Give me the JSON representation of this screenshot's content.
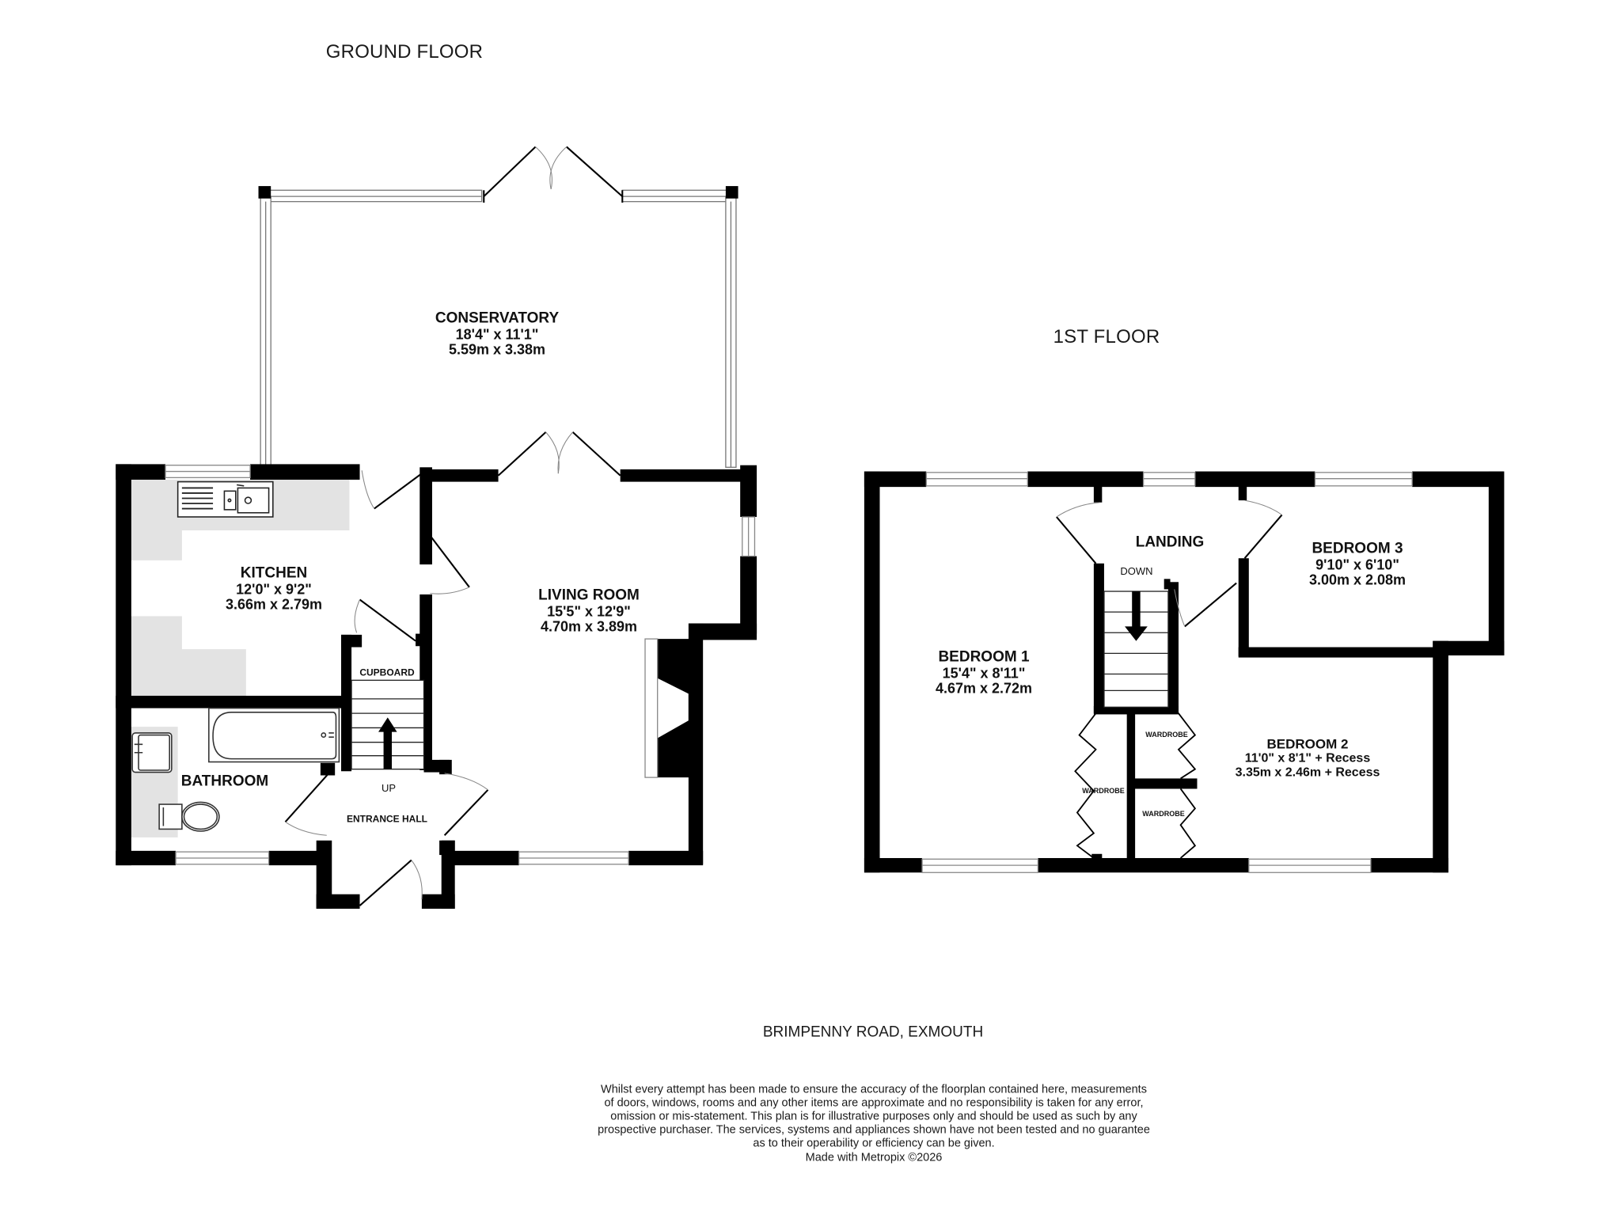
{
  "floors": {
    "ground": {
      "title": "GROUND FLOOR",
      "rooms": {
        "conservatory": {
          "name": "CONSERVATORY",
          "imperial": "18'4\"  x 11'1\"",
          "metric": "5.59m  x 3.38m"
        },
        "kitchen": {
          "name": "KITCHEN",
          "imperial": "12'0\"  x 9'2\"",
          "metric": "3.66m  x 2.79m"
        },
        "living_room": {
          "name": "LIVING ROOM",
          "imperial": "15'5\"  x 12'9\"",
          "metric": "4.70m  x 3.89m"
        },
        "bathroom": {
          "name": "BATHROOM"
        },
        "entrance_hall": {
          "name": "ENTRANCE HALL"
        },
        "cupboard": {
          "name": "CUPBOARD"
        }
      },
      "stairs_label": "UP"
    },
    "first": {
      "title": "1ST FLOOR",
      "rooms": {
        "landing": {
          "name": "LANDING"
        },
        "bedroom1": {
          "name": "BEDROOM 1",
          "imperial": "15'4\"  x 8'11\"",
          "metric": "4.67m  x 2.72m"
        },
        "bedroom2": {
          "name": "BEDROOM 2",
          "imperial": "11'0\"  x 8'1\" + Recess",
          "metric": "3.35m  x 2.46m + Recess"
        },
        "bedroom3": {
          "name": "BEDROOM 3",
          "imperial": "9'10\"  x 6'10\"",
          "metric": "3.00m  x 2.08m"
        }
      },
      "stairs_label": "DOWN",
      "wardrobes": [
        "WARDROBE",
        "WARDROBE",
        "WARDROBE"
      ]
    }
  },
  "footer": {
    "address": "BRIMPENNY ROAD, EXMOUTH",
    "disclaimer_lines": [
      "Whilst every attempt has been made to ensure the accuracy of the floorplan contained here, measurements",
      "of doors, windows, rooms and any other items are approximate and no responsibility is taken for any error,",
      "omission or mis-statement. This plan is for illustrative purposes only and should be used as such by any",
      "prospective purchaser. The services, systems and appliances shown have not been tested and no guarantee",
      "as to their operability or efficiency can be given."
    ],
    "credit": "Made with Metropix ©2026"
  },
  "colors": {
    "wall": "#000000",
    "fitted_units": "#e3e3e3",
    "window": "#ffffff",
    "background": "#ffffff"
  }
}
